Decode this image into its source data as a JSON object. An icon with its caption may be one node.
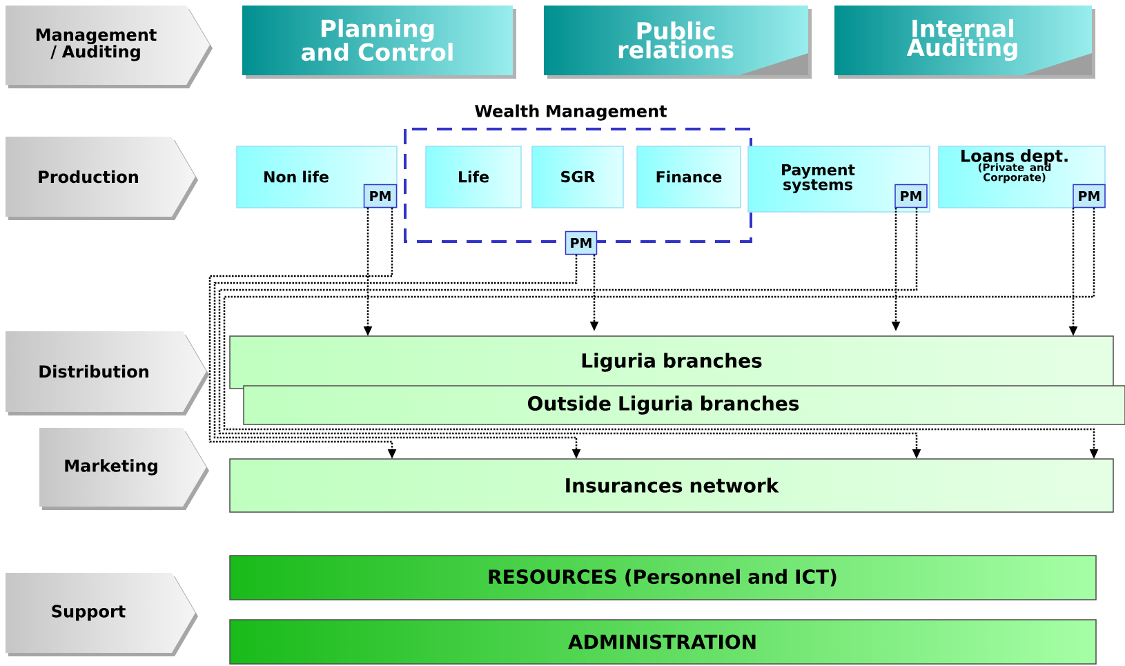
{
  "diagram": {
    "nodes": [
      {
        "text": [
          "Management / Auditing"
        ]
      },
      {
        "text": [
          "Planning and Control"
        ]
      },
      {
        "text": [
          "Public relations"
        ]
      },
      {
        "text": [
          "Internal Auditing"
        ]
      },
      {
        "text": [
          "Production"
        ]
      },
      {
        "text": [
          "Wealth Management"
        ]
      },
      {
        "text": [
          "Non life"
        ]
      },
      {
        "text": [
          "PM"
        ],
        "in": 6
      },
      {
        "text": [
          "Life"
        ],
        "in": 5
      },
      {
        "text": [
          "SGR"
        ],
        "in": 5
      },
      {
        "text": [
          "Finance"
        ],
        "in": 5
      },
      {
        "text": [
          "PM"
        ],
        "in": 5
      },
      {
        "text": [
          "Payment systems"
        ]
      },
      {
        "text": [
          "PM"
        ],
        "in": 12
      },
      {
        "text": [
          "Loans dept.",
          "(Private and Corporate)"
        ]
      },
      {
        "text": [
          "PM"
        ],
        "in": 14
      },
      {
        "text": [
          "Distribution"
        ]
      },
      {
        "text": [
          "Marketing"
        ]
      },
      {
        "text": [
          "Liguria branches"
        ]
      },
      {
        "text": [
          "Outside Liguria branches"
        ]
      },
      {
        "text": [
          "Insurances network"
        ]
      },
      {
        "text": [
          "Support"
        ]
      },
      {
        "text": [
          "RESOURCES (Personnel and ICT)"
        ]
      },
      {
        "text": [
          "ADMINISTRATION"
        ]
      }
    ],
    "edges": [
      {
        "from": 7,
        "to": 18,
        "arrow": "to"
      },
      {
        "from": 7,
        "to": 20,
        "arrow": "to"
      },
      {
        "from": 11,
        "to": 20,
        "arrow": "to"
      },
      {
        "from": 11,
        "to": 18,
        "arrow": "to"
      },
      {
        "from": 13,
        "to": 18,
        "arrow": "to"
      },
      {
        "from": 13,
        "to": 20,
        "arrow": "to"
      },
      {
        "from": 15,
        "to": 18,
        "arrow": "to"
      },
      {
        "from": 15,
        "to": 20,
        "arrow": "to"
      }
    ]
  }
}
